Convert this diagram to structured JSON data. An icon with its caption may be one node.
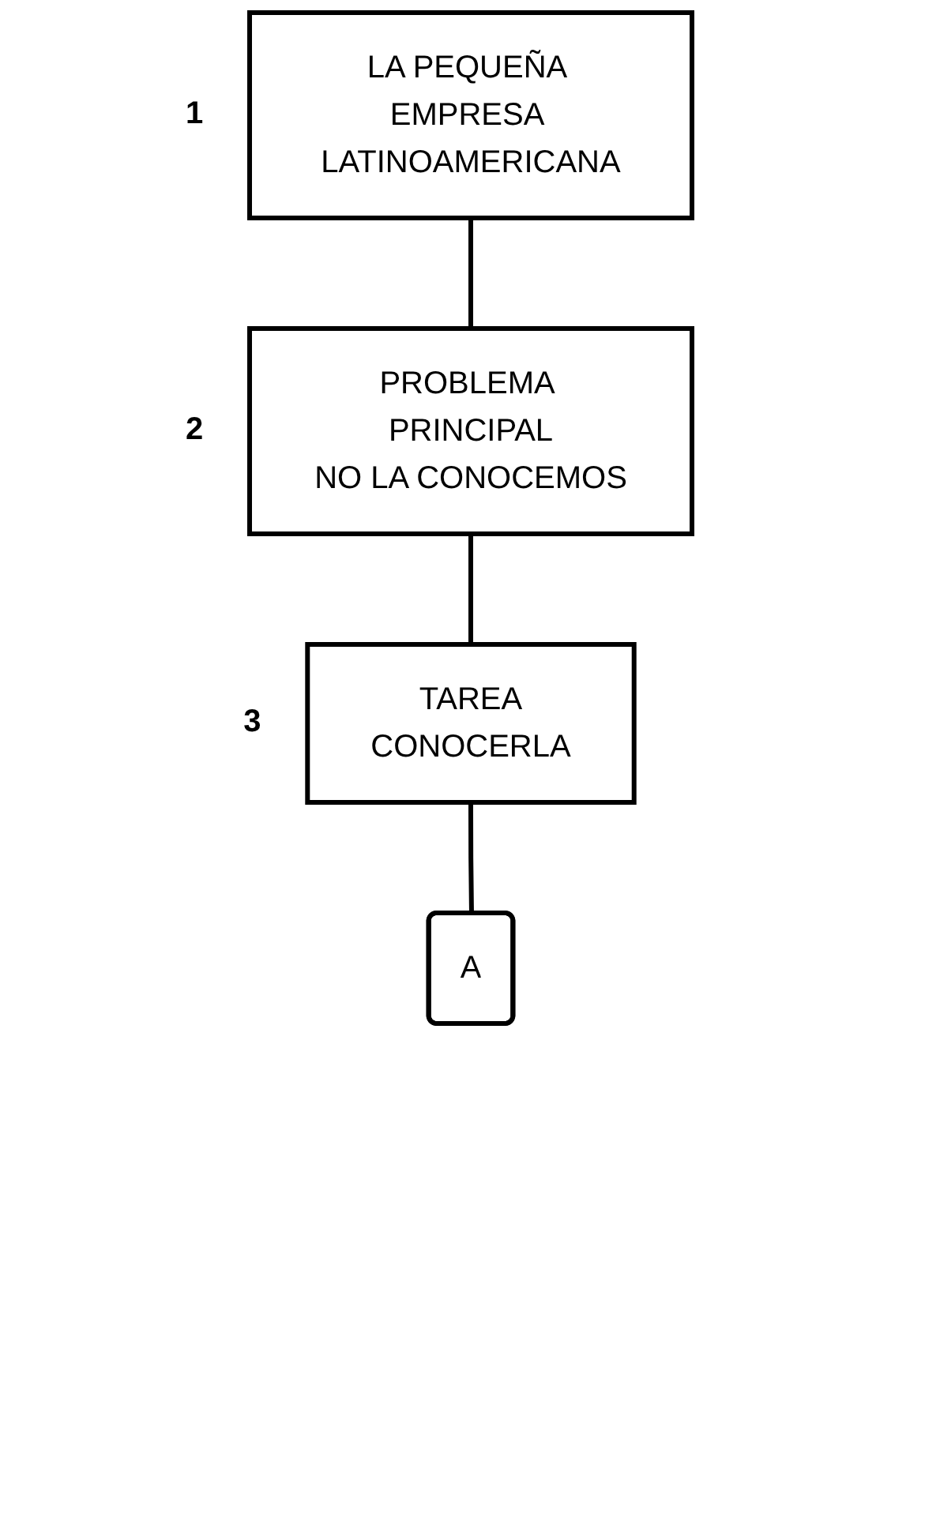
{
  "diagram": {
    "nodes": [
      {
        "text": [
          "LA PEQUEÑA EMPRESA LATINOAMERICANA"
        ],
        "beside": [
          "1"
        ]
      },
      {
        "text": [
          "PROBLEMA PRINCIPAL",
          "NO LA CONOCEMOS"
        ],
        "beside": [
          "2"
        ]
      },
      {
        "text": [
          "TAREA",
          "CONOCERLA"
        ],
        "beside": [
          "3"
        ]
      },
      {
        "text": [
          "A"
        ]
      }
    ],
    "edges": [
      {
        "from": 0,
        "to": 1,
        "arrow": "none"
      },
      {
        "from": 1,
        "to": 2,
        "arrow": "none"
      },
      {
        "from": 2,
        "to": 3,
        "arrow": "none"
      }
    ]
  }
}
